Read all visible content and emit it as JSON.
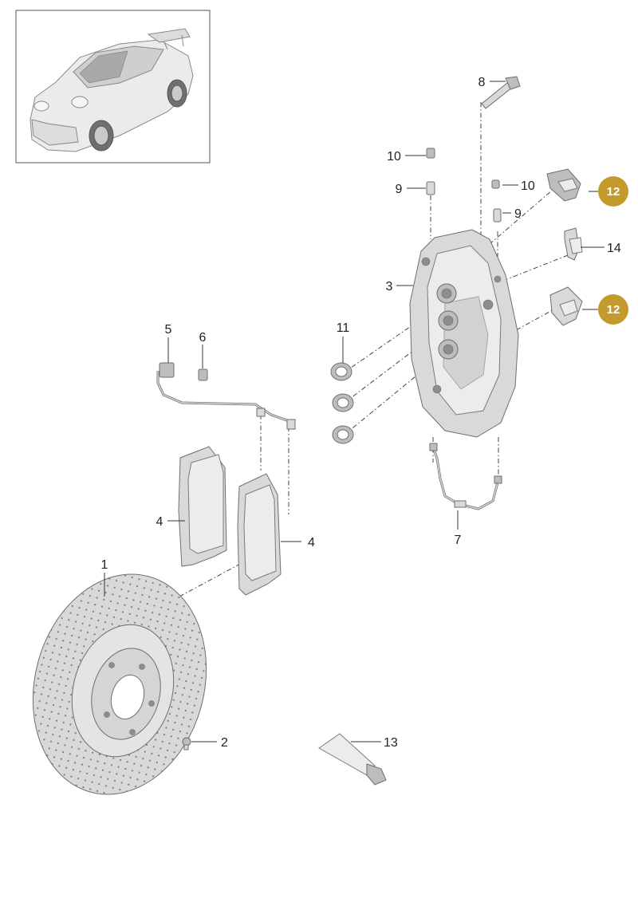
{
  "accent_color": "#c59a2c",
  "thumbnail": {
    "icon": "car-thumbnail-icon"
  },
  "callouts": {
    "c1": "1",
    "c2": "2",
    "c3": "3",
    "c4a": "4",
    "c4b": "4",
    "c5": "5",
    "c6": "6",
    "c7": "7",
    "c8": "8",
    "c9a": "9",
    "c9b": "9",
    "c10a": "10",
    "c10b": "10",
    "c11": "11",
    "c12a": "12",
    "c12b": "12",
    "c13": "13",
    "c14": "14"
  }
}
